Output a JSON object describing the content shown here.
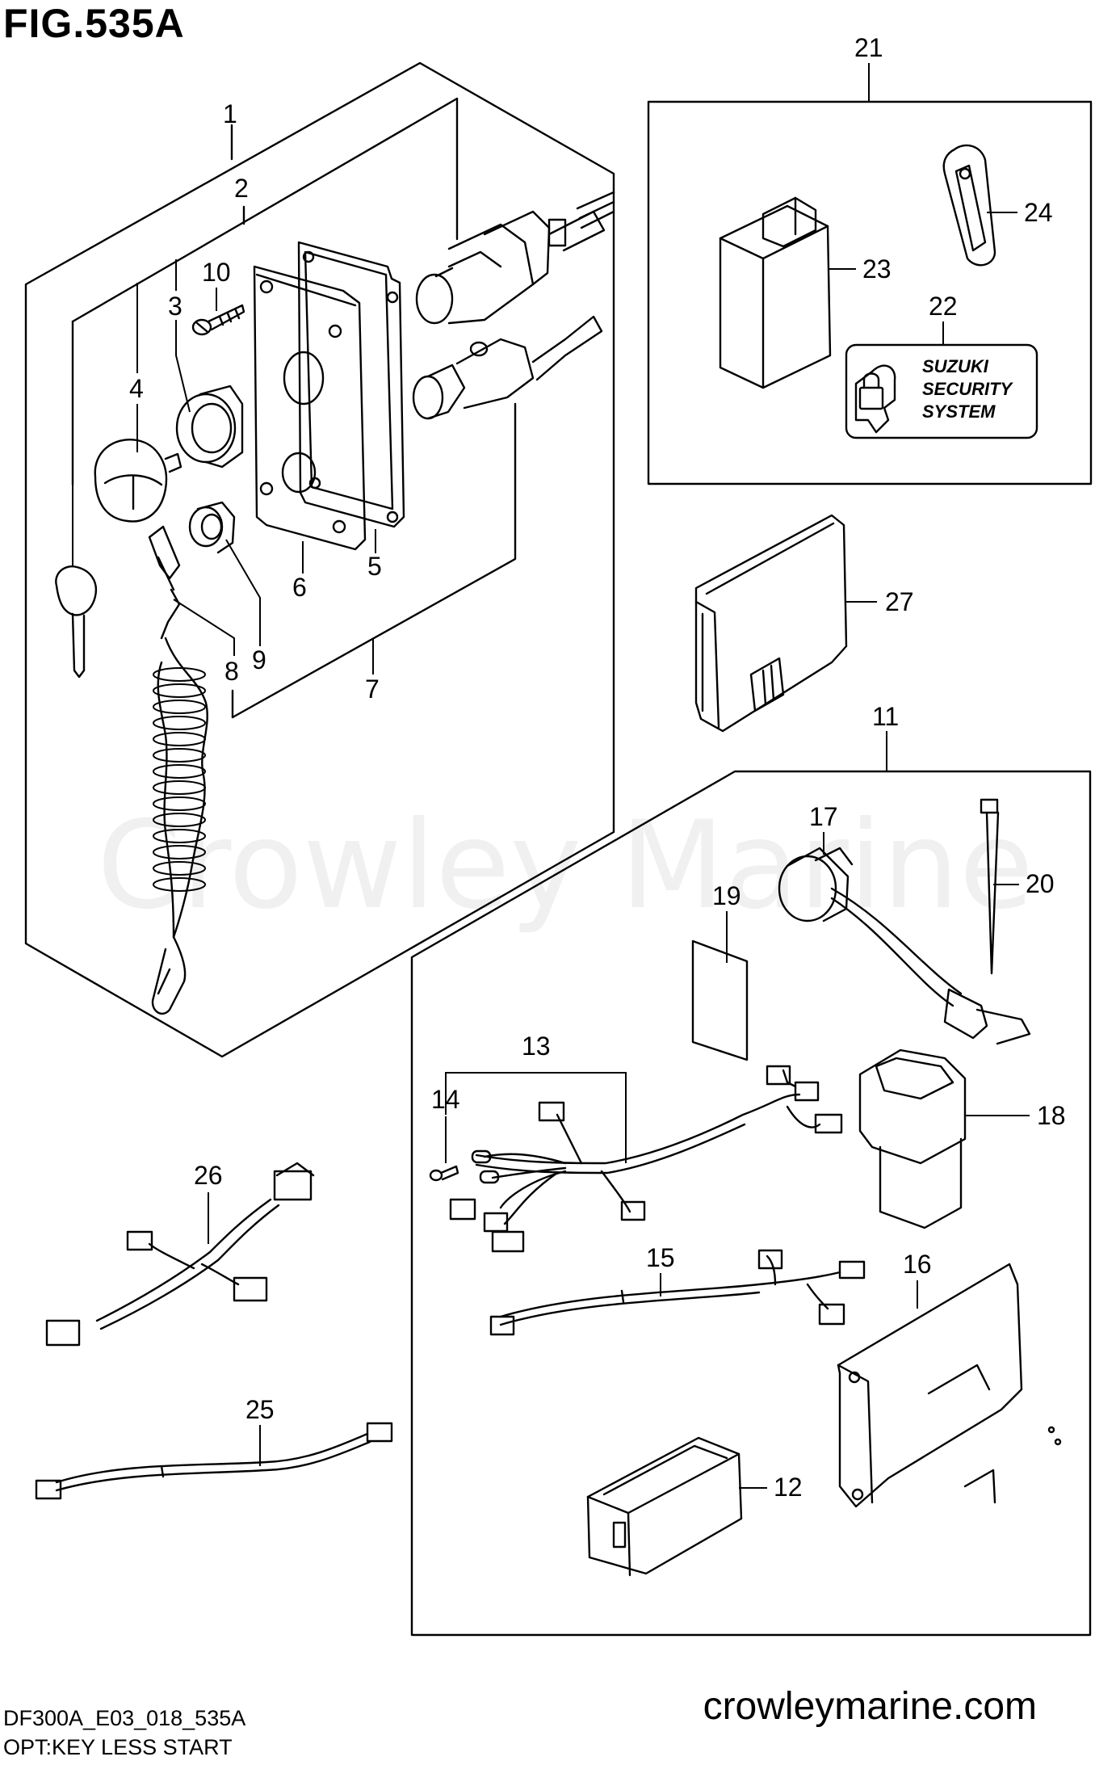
{
  "header": {
    "figure_title": "FIG.535A"
  },
  "watermark": "Crowley Marine",
  "footer": {
    "site": "crowleymarine.com",
    "diagram_code": "DF300A_E03_018_535A",
    "section": "OPT:KEY LESS START"
  },
  "label_text": {
    "security_lines": [
      "SUZUKI",
      "SECURITY",
      "SYSTEM"
    ]
  },
  "parts": [
    {
      "num": "1"
    },
    {
      "num": "2"
    },
    {
      "num": "3"
    },
    {
      "num": "4"
    },
    {
      "num": "5"
    },
    {
      "num": "6"
    },
    {
      "num": "7"
    },
    {
      "num": "8"
    },
    {
      "num": "9"
    },
    {
      "num": "10"
    },
    {
      "num": "11"
    },
    {
      "num": "12"
    },
    {
      "num": "13"
    },
    {
      "num": "14"
    },
    {
      "num": "15"
    },
    {
      "num": "16"
    },
    {
      "num": "17"
    },
    {
      "num": "18"
    },
    {
      "num": "19"
    },
    {
      "num": "20"
    },
    {
      "num": "21"
    },
    {
      "num": "22"
    },
    {
      "num": "23"
    },
    {
      "num": "24"
    },
    {
      "num": "25"
    },
    {
      "num": "26"
    },
    {
      "num": "27"
    }
  ],
  "colors": {
    "line": "#000000",
    "background": "#ffffff"
  }
}
